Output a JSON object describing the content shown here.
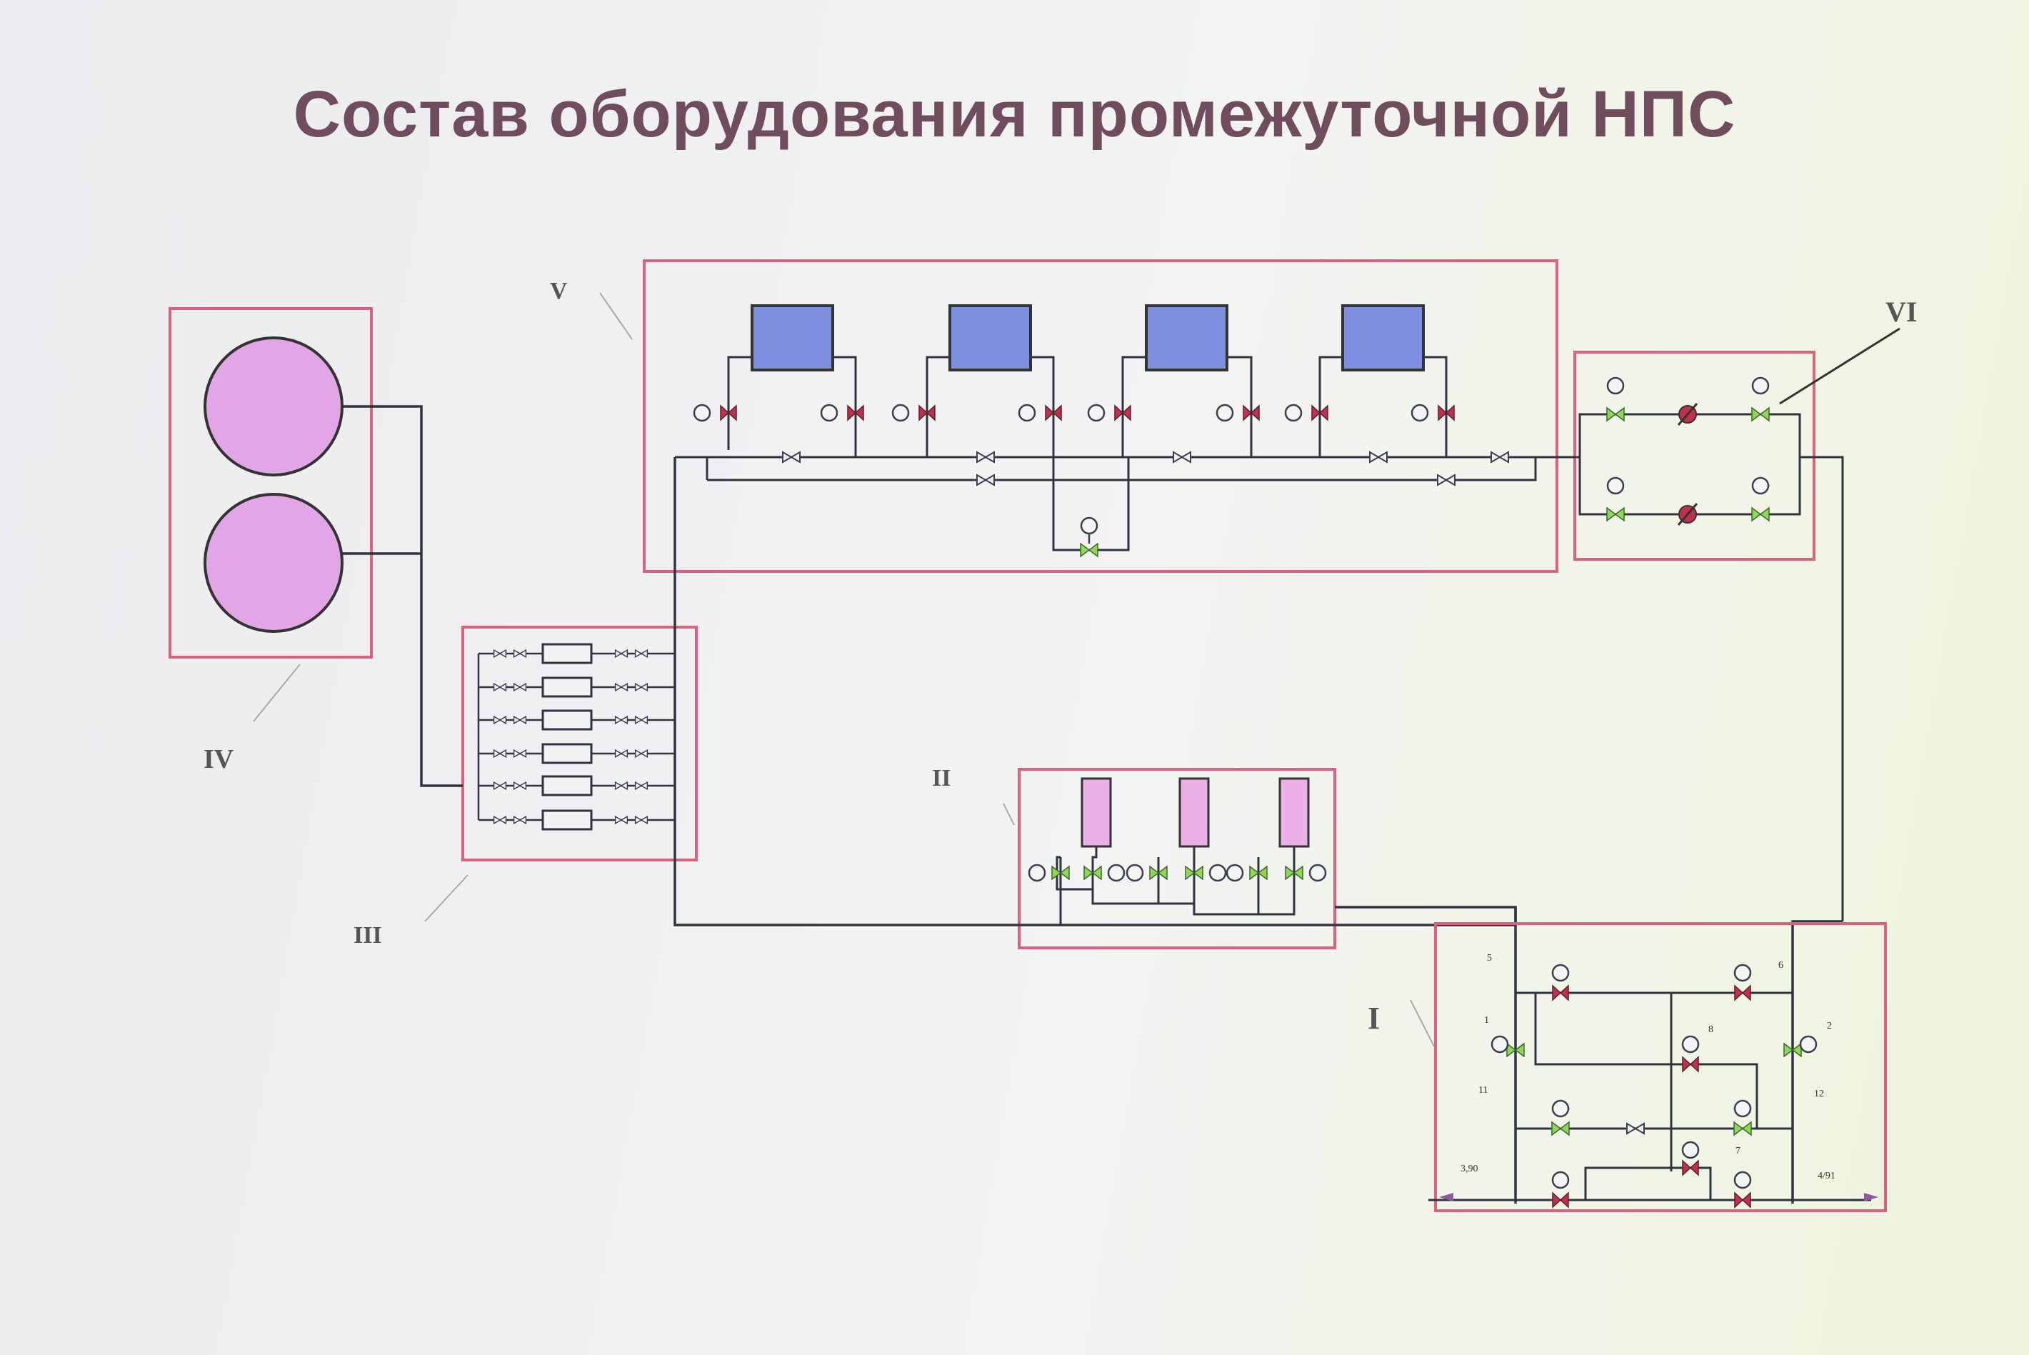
{
  "title": "Состав оборудования промежуточной НПС",
  "labels": {
    "I": "I",
    "II": "II",
    "III": "III",
    "IV": "IV",
    "V": "V",
    "VI": "VI"
  },
  "valve_numbers": {
    "n5": "5",
    "n6": "6",
    "n1": "1",
    "n2": "2",
    "n8": "8",
    "n11": "11",
    "n12": "12",
    "n7": "7",
    "n3_90": "3,90",
    "n4_91": "4/91"
  },
  "colors": {
    "box": "#d9637e",
    "pipe": "#2f3540",
    "pump": "#7f8fe0",
    "tank": "#e2a6e6",
    "filter": "#ecb0e6",
    "valve_red": "#c0304a",
    "valve_green": "#8fd65a"
  },
  "icons": [
    "tank-icon",
    "pump-icon",
    "filter-icon",
    "valve-icon",
    "check-valve-icon",
    "regulator-icon",
    "actuator-icon"
  ]
}
